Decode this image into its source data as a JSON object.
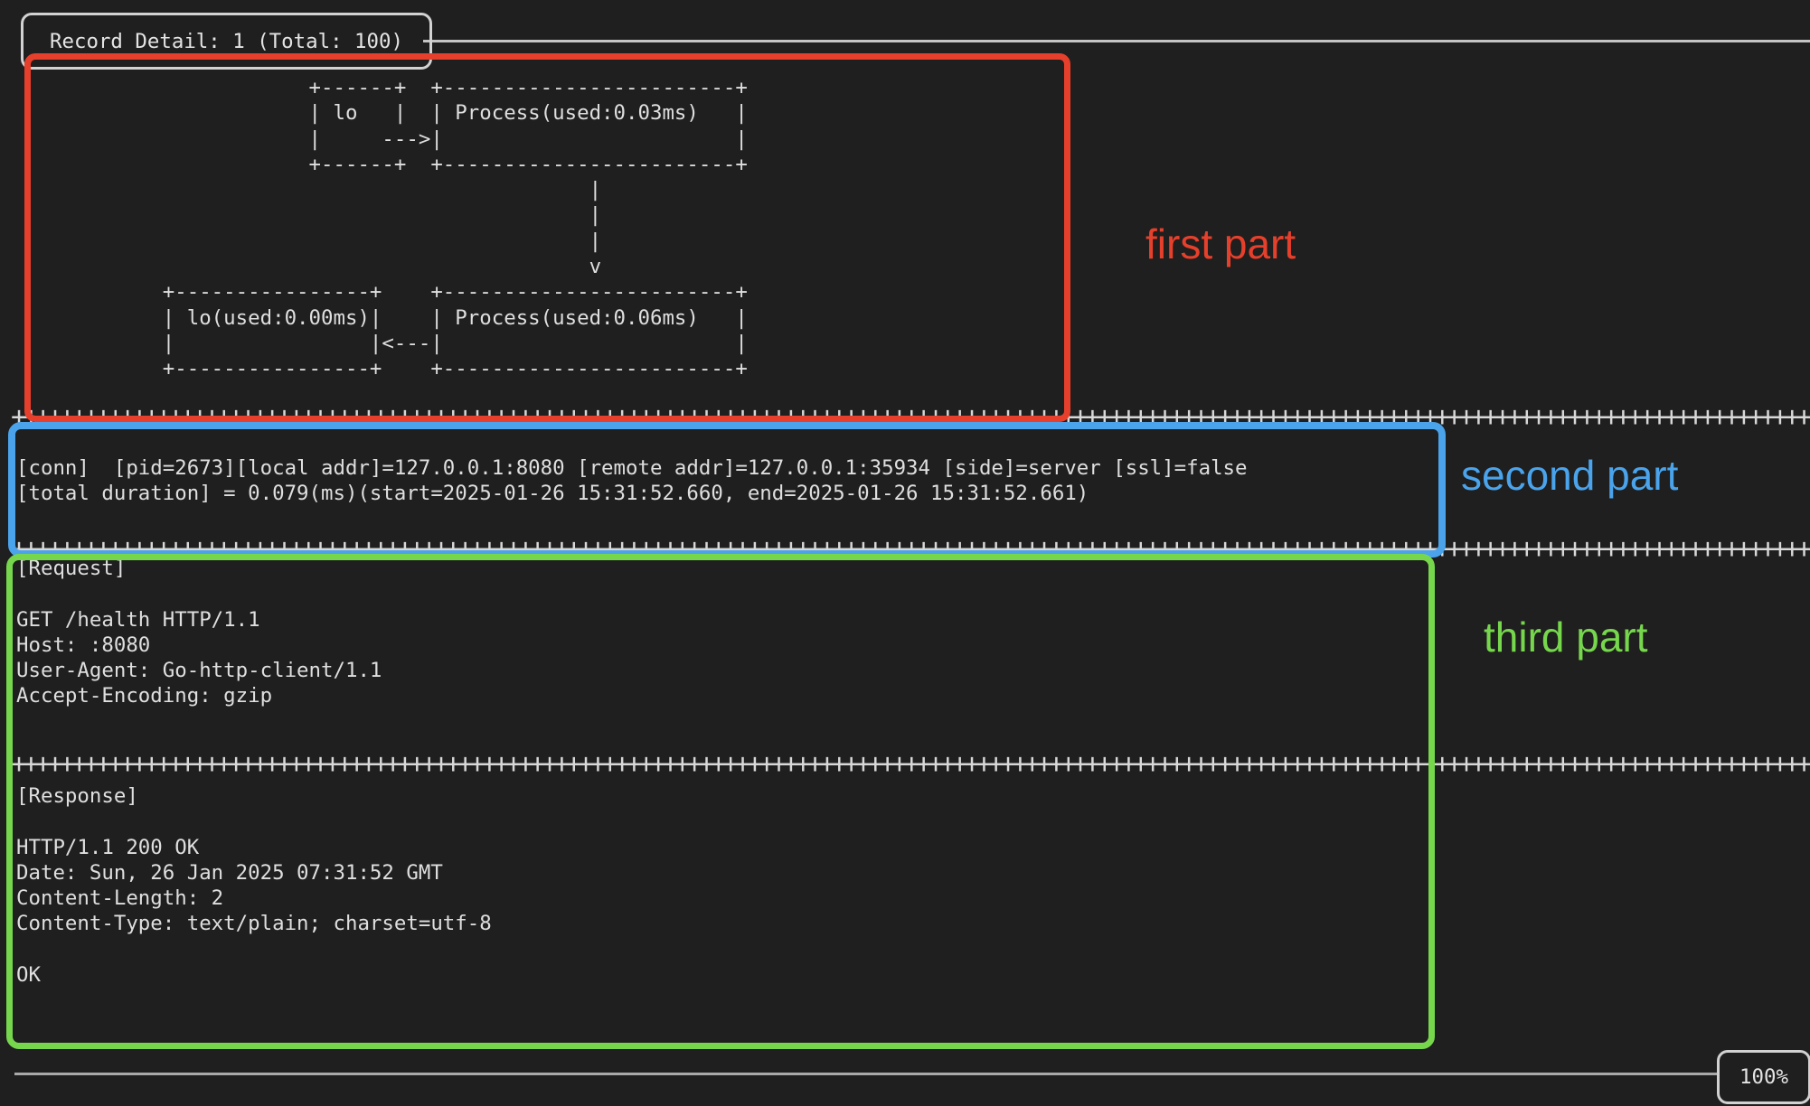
{
  "window": {
    "title": "Record Detail: 1 (Total: 100)",
    "scroll_indicator": "100%"
  },
  "theme": {
    "background": "#1e1f1e",
    "foreground": "#dfdfdf",
    "frame_border": "#c4c4c4"
  },
  "separator_row": {
    "char": "+",
    "count": 150
  },
  "flow_diagram": {
    "lines": [
      "                        +------+  +------------------------+",
      "                        | lo   |  | Process(used:0.03ms)   |",
      "                        |     --->|                        |",
      "                        +------+  +------------------------+",
      "                                               |",
      "                                               |",
      "                                               |",
      "                                               v",
      "            +----------------+    +------------------------+",
      "            | lo(used:0.00ms)|    | Process(used:0.06ms)   |",
      "            |                |<---|                        |",
      "            +----------------+    +------------------------+"
    ]
  },
  "connection": {
    "lines": [
      "[conn]  [pid=2673][local addr]=127.0.0.1:8080 [remote addr]=127.0.0.1:35934 [side]=server [ssl]=false",
      "[total duration] = 0.079(ms)(start=2025-01-26 15:31:52.660, end=2025-01-26 15:31:52.661)"
    ]
  },
  "request": {
    "lines": [
      "[Request]",
      "",
      "GET /health HTTP/1.1",
      "Host: :8080",
      "User-Agent: Go-http-client/1.1",
      "Accept-Encoding: gzip"
    ]
  },
  "response": {
    "lines": [
      "[Response]",
      "",
      "HTTP/1.1 200 OK",
      "Date: Sun, 26 Jan 2025 07:31:52 GMT",
      "Content-Length: 2",
      "Content-Type: text/plain; charset=utf-8",
      "",
      "OK"
    ]
  },
  "annotations": {
    "first": {
      "label": "first part",
      "color": "#e6402c"
    },
    "second": {
      "label": "second part",
      "color": "#4aa3eb"
    },
    "third": {
      "label": "third part",
      "color": "#76d74d"
    }
  }
}
